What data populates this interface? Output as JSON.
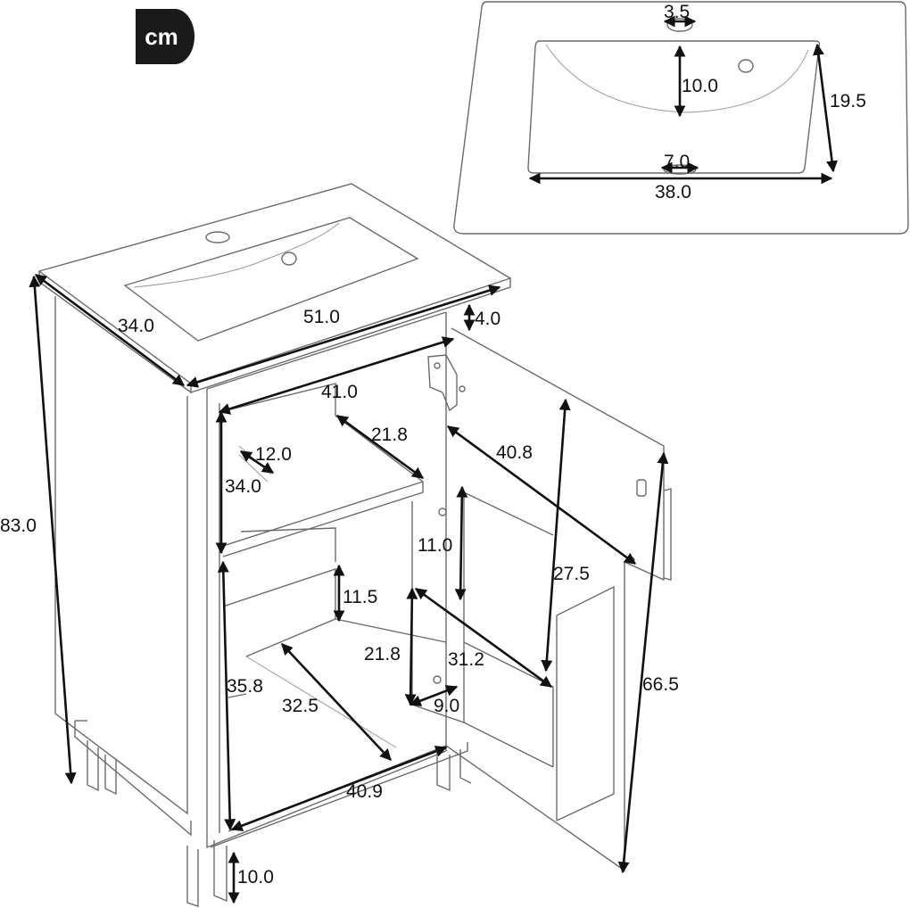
{
  "unit_badge": "cm",
  "top_view": {
    "faucet_hole": "3.5",
    "basin_depth": "10.0",
    "basin_width": "19.5",
    "drain": "7.0",
    "basin_length": "38.0"
  },
  "cabinet": {
    "depth": "34.0",
    "width": "51.0",
    "top_thickness": "4.0",
    "height": "83.0",
    "inner_width": "41.0",
    "shelf_depth": "21.8",
    "cutout_width": "12.0",
    "upper_height": "34.0",
    "door_diagonal": "40.8",
    "door_shelf_gap": "11.0",
    "door_inner_height": "27.5",
    "lower_gap": "11.5",
    "door_lower_height": "21.8",
    "door_shelf_width": "31.2",
    "lower_height": "35.8",
    "floor_depth": "32.5",
    "door_shelf_depth": "9.0",
    "floor_width": "40.9",
    "door_height": "66.5",
    "leg_height": "10.0"
  },
  "colors": {
    "badge": "#1a1a1a",
    "dimension": "#111111",
    "outline": "#6b6b6b"
  }
}
